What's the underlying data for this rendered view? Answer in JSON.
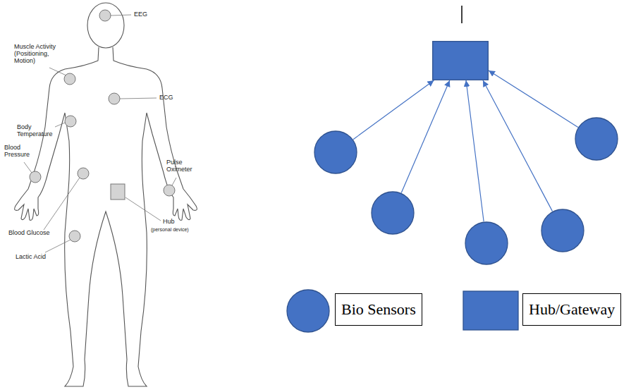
{
  "diagram": {
    "nodes": [
      {
        "text": []
      },
      {
        "text": []
      },
      {
        "text": []
      },
      {
        "text": []
      },
      {
        "text": []
      },
      {
        "text": []
      }
    ],
    "edges": [
      {
        "from": 1,
        "to": 0,
        "arrow": "to"
      },
      {
        "from": 2,
        "to": 0,
        "arrow": "to"
      },
      {
        "from": 3,
        "to": 0,
        "arrow": "to"
      },
      {
        "from": 4,
        "to": 0,
        "arrow": "to"
      },
      {
        "from": 5,
        "to": 0,
        "arrow": "to"
      }
    ],
    "labels": [
      "EEG",
      "Muscle Activity (Positioning, Motion)",
      "ECG",
      "Body Temperature",
      "Blood Pressure",
      "Pulse Oximeter",
      "Blood Glucose",
      "Lactic Acid",
      "Hub",
      "(personal device)"
    ],
    "legend": [
      {
        "text": "Bio Sensors",
        "color": "#4472c4"
      },
      {
        "text": "Hub/Gateway",
        "color": "#4472c4"
      }
    ]
  }
}
